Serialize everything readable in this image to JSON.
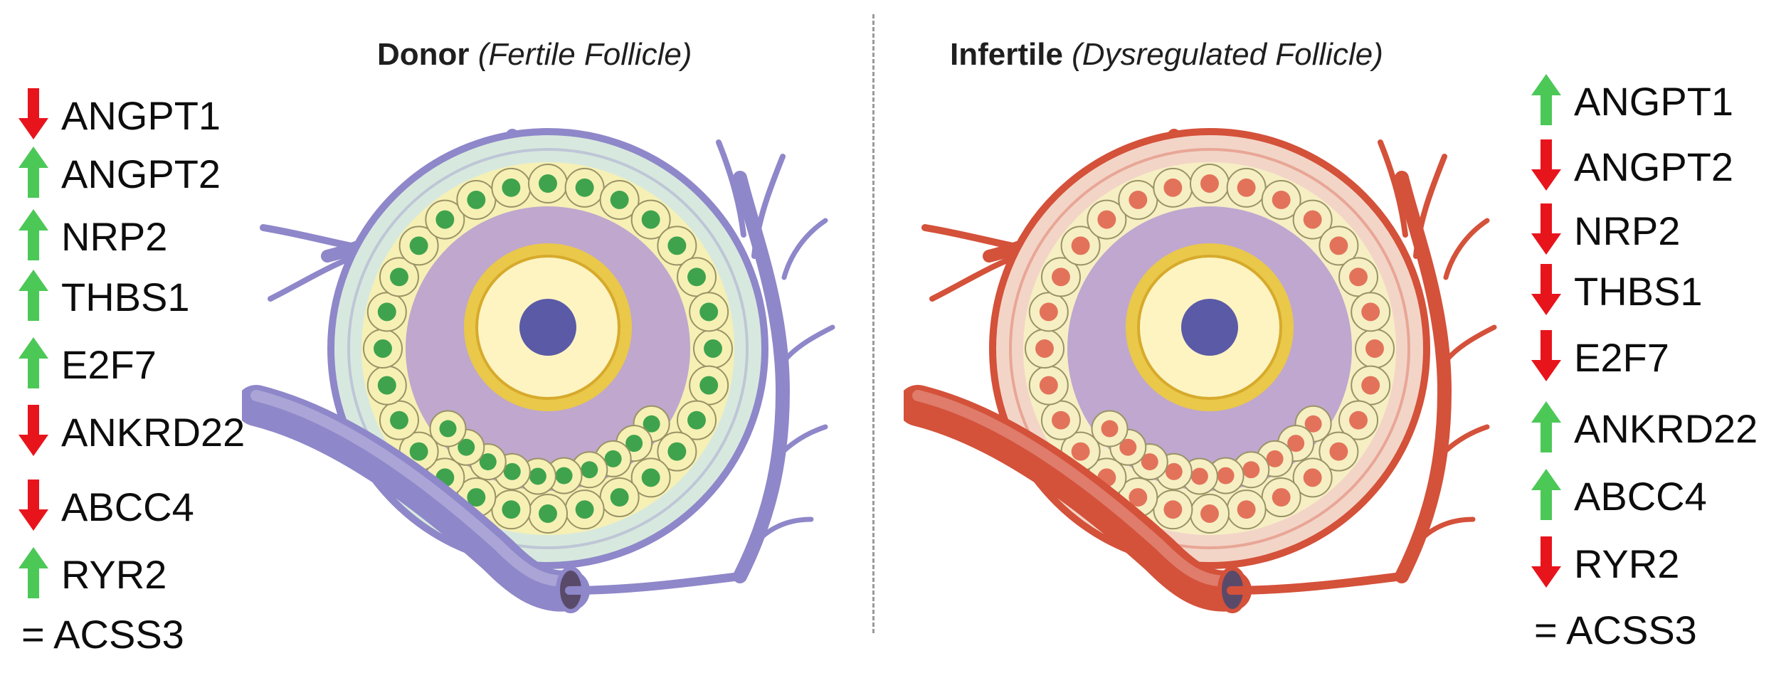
{
  "panels": {
    "left": {
      "title_bold": "Donor",
      "title_italic": "(Fertile Follicle)",
      "genes": [
        {
          "name": "ANGPT1",
          "direction": "down"
        },
        {
          "name": "ANGPT2",
          "direction": "up"
        },
        {
          "name": "NRP2",
          "direction": "up"
        },
        {
          "name": "THBS1",
          "direction": "up"
        },
        {
          "name": "E2F7",
          "direction": "up"
        },
        {
          "name": "ANKRD22",
          "direction": "down"
        },
        {
          "name": "ABCC4",
          "direction": "down"
        },
        {
          "name": "RYR2",
          "direction": "up"
        },
        {
          "name": "= ACSS3",
          "direction": "equal"
        }
      ],
      "palette": {
        "vessel": "#8e87c9",
        "theca": "#d7e9de",
        "granulosa_nucleus": "#3fa34d",
        "granulosa_cell": "#f6f0b5",
        "antrum": "#b59ad1"
      }
    },
    "right": {
      "title_bold": "Infertile",
      "title_italic": "(Dysregulated Follicle)",
      "genes": [
        {
          "name": "ANGPT1",
          "direction": "up"
        },
        {
          "name": "ANGPT2",
          "direction": "down"
        },
        {
          "name": "NRP2",
          "direction": "down"
        },
        {
          "name": "THBS1",
          "direction": "down"
        },
        {
          "name": "E2F7",
          "direction": "down"
        },
        {
          "name": "ANKRD22",
          "direction": "up"
        },
        {
          "name": "ABCC4",
          "direction": "up"
        },
        {
          "name": "RYR2",
          "direction": "down"
        },
        {
          "name": "= ACSS3",
          "direction": "equal"
        }
      ],
      "palette": {
        "vessel": "#d4513a",
        "theca": "#f3d5c8",
        "granulosa_nucleus": "#e2735a",
        "granulosa_cell": "#f6efc4",
        "antrum": "#b59ad1"
      }
    }
  },
  "colors": {
    "up_arrow": "#4cc857",
    "down_arrow": "#e8141c",
    "oocyte_nucleus": "#5b5aa6",
    "zona": "#e9c84a"
  }
}
